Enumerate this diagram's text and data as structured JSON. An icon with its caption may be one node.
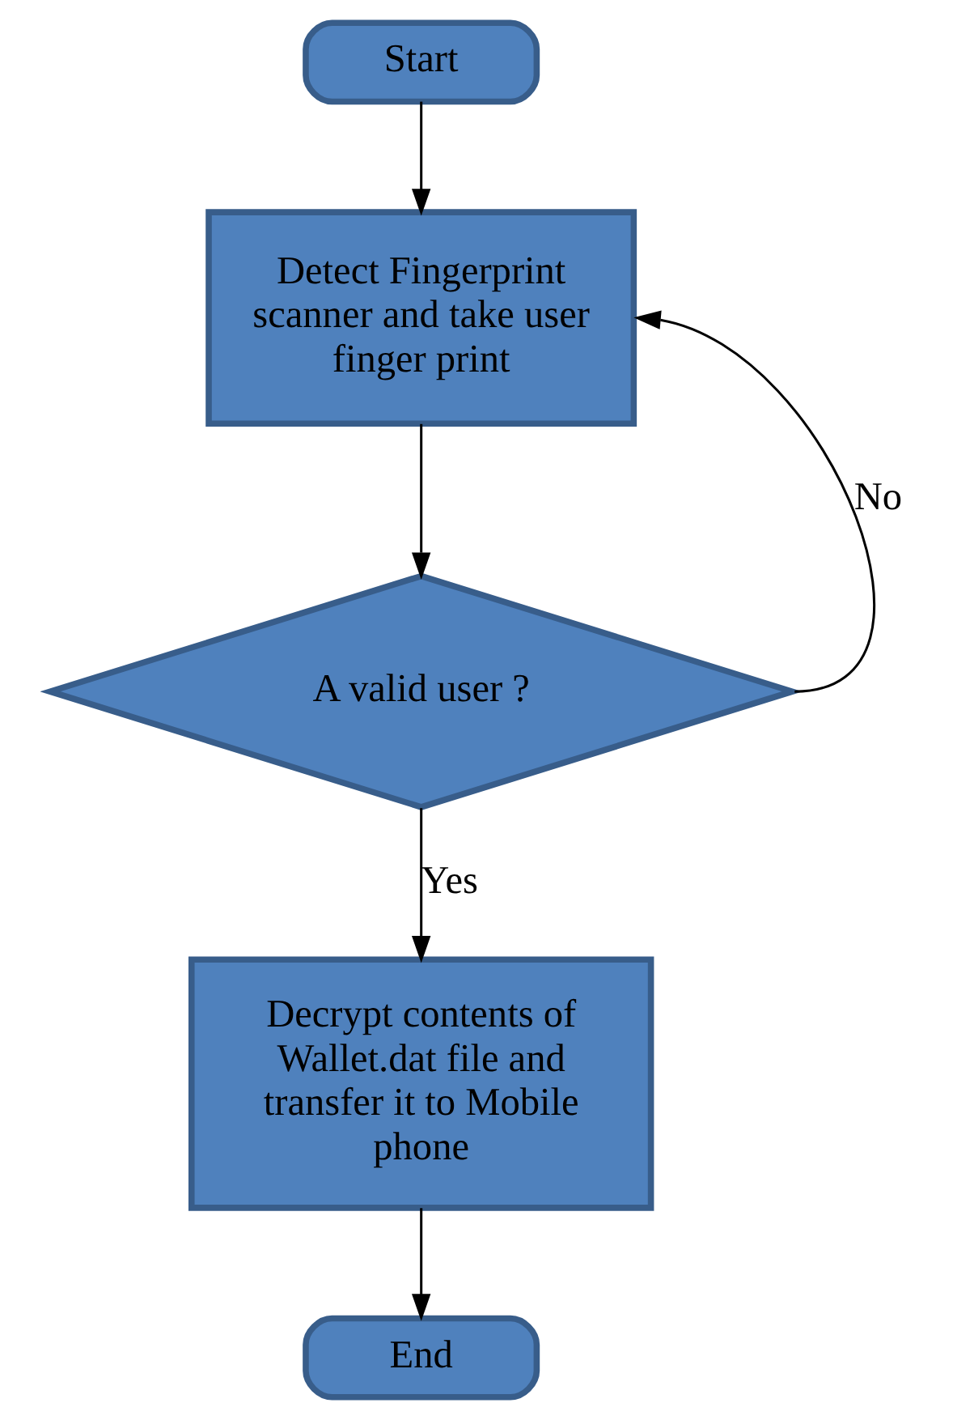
{
  "diagram": {
    "nodes": [
      {
        "text": [
          "Start"
        ]
      },
      {
        "text": [
          "Detect Fingerprint scanner and take user finger print"
        ]
      },
      {
        "text": [
          "A valid user ?"
        ]
      },
      {
        "text": [
          "Decrypt contents of Wallet.dat file and transfer it to Mobile phone"
        ]
      },
      {
        "text": [
          "End"
        ]
      }
    ],
    "edges": [
      {
        "from": 0,
        "to": 1,
        "arrow": "to"
      },
      {
        "from": 1,
        "to": 2,
        "arrow": "to"
      },
      {
        "from": 2,
        "to": 1,
        "arrow": "to",
        "label": "No"
      },
      {
        "from": 2,
        "to": 3,
        "arrow": "to",
        "label": "Yes"
      },
      {
        "from": 3,
        "to": 4,
        "arrow": "to"
      }
    ]
  }
}
